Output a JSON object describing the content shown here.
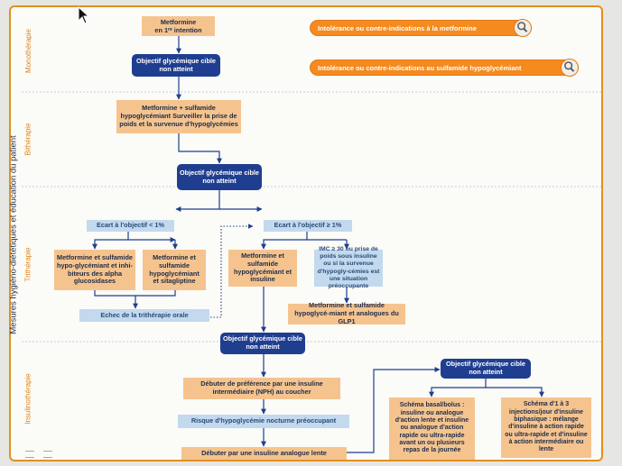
{
  "phases": {
    "mono": "Monothérapie",
    "bi": "Bithérapie",
    "tri": "Trithérapie",
    "insulin": "Insulinothérapie"
  },
  "sidebar_label": "Mesures hygiéno-diététiques et éducation du patient",
  "links": {
    "metformin_intolerance": "Intolérance ou contre-indications à la metformine",
    "sulfonylurea_intolerance": "Intolérance ou contre-indications au sulfamide hypoglycémiant"
  },
  "nodes": {
    "metformine_line1": "Metformine",
    "metformine_line2_pre": "en 1",
    "metformine_line2_sup": "re",
    "metformine_line2_post": " intention",
    "objectif1": "Objectif glycémique cible non atteint",
    "bitherapy": "Metformine + sulfamide hypoglycémiant Surveiller la prise de poids et la survenue d'hypoglycémies",
    "objectif2": "Objectif glycémique cible non atteint",
    "ecart_low": "Ecart à l'objectif < 1%",
    "ecart_high": "Ecart à l'objectif ≥ 1%",
    "met_sulf_alpha": "Metformine et sulfamide hypo-glycémiant et inhi-biteurs des alpha glucosidases",
    "met_sulf_sita": "Metformine et sulfamide hypoglycémiant et sitagliptine",
    "met_sulf_insulin": "Metformine et sulfamide hypoglycémiant et insuline",
    "imc": "IMC ≥ 30 ou prise de poids sous insuline ou si la survenue d'hypogly-cémies est une situation préoccupante",
    "echec": "Echec de la trithérapie orale",
    "met_sulf_glp1": "Metformine et sulfamide hypoglycé-miant et analogues du GLP1",
    "objectif3": "Objectif glycémique cible non atteint",
    "debuter_nph": "Débuter de préférence par une insuline intermédiaire (NPH) au coucher",
    "risque": "Risque d'hypoglycémie nocturne préoccupant",
    "debuter_lente": "Débuter par une insuline analogue lente",
    "objectif4": "Objectif glycémique cible non atteint",
    "basal_bolus": "Schéma basal/bolus : insuline ou analogue d'action lente et insuline ou analogue d'action rapide ou ultra-rapide avant un ou plusieurs repas de la journée",
    "schema_1_3": "Schéma d'1 à 3 injections/jour d'insuline biphasique : mélange d'insuline à action rapide ou ultra-rapide et d'insuline à action intermédiaire ou lente"
  },
  "icons": [
    "magnifier-icon",
    "cursor-icon"
  ],
  "colors": {
    "orange_box": "#f5c48e",
    "navy_box": "#1f3e8f",
    "light_blue_box": "#c3d9ee",
    "link_pill": "#f58a1f",
    "border": "#e3901f",
    "phase_text": "#e0851c"
  }
}
